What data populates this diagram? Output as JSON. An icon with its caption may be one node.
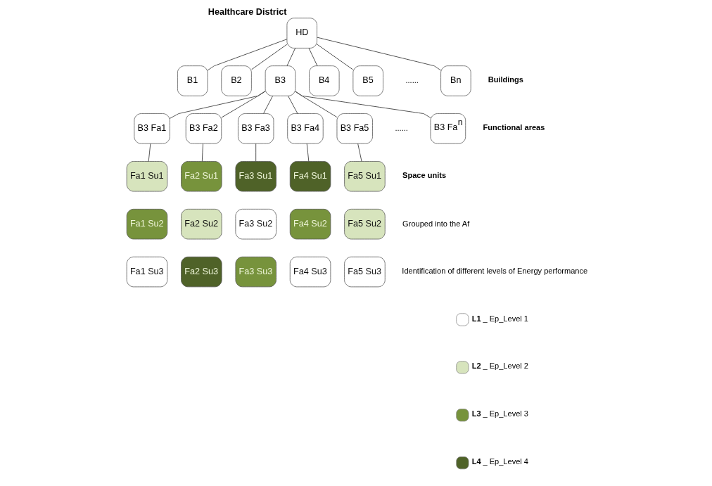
{
  "diagram": {
    "nodes": [
      {
        "text": [
          "HD"
        ],
        "beside": [
          "Healthcare District"
        ]
      },
      {
        "text": [
          "B1"
        ]
      },
      {
        "text": [
          "B2"
        ]
      },
      {
        "text": [
          "B3"
        ]
      },
      {
        "text": [
          "B4"
        ]
      },
      {
        "text": [
          "B5"
        ]
      },
      {
        "text": [
          "Bn"
        ]
      },
      {
        "text": [
          "B3 Fa1"
        ]
      },
      {
        "text": [
          "B3 Fa2"
        ]
      },
      {
        "text": [
          "B3 Fa3"
        ]
      },
      {
        "text": [
          "B3 Fa4"
        ]
      },
      {
        "text": [
          "B3 Fa5"
        ]
      },
      {
        "text": [
          "B3 Fa$^{n}$"
        ]
      },
      {
        "text": [
          "Fa1 Su1"
        ]
      },
      {
        "text": [
          "Fa2 Su1"
        ]
      },
      {
        "text": [
          "Fa3 Su1"
        ]
      },
      {
        "text": [
          "Fa4 Su1"
        ]
      },
      {
        "text": [
          "Fa5 Su1"
        ]
      },
      {
        "text": [
          "Fa1 Su2"
        ]
      },
      {
        "text": [
          "Fa2 Su2"
        ]
      },
      {
        "text": [
          "Fa3 Su2"
        ]
      },
      {
        "text": [
          "Fa4 Su2"
        ]
      },
      {
        "text": [
          "Fa5 Su2"
        ]
      },
      {
        "text": [
          "Fa1 Su3"
        ]
      },
      {
        "text": [
          "Fa2 Su3"
        ]
      },
      {
        "text": [
          "Fa3 Su3"
        ]
      },
      {
        "text": [
          "Fa4 Su3"
        ]
      },
      {
        "text": [
          "Fa5 Su3"
        ]
      }
    ],
    "edges": [
      {
        "from": 0,
        "to": 1,
        "arrow": "none"
      },
      {
        "from": 0,
        "to": 2,
        "arrow": "none"
      },
      {
        "from": 0,
        "to": 3,
        "arrow": "none"
      },
      {
        "from": 0,
        "to": 4,
        "arrow": "none"
      },
      {
        "from": 0,
        "to": 5,
        "arrow": "none"
      },
      {
        "from": 0,
        "to": 6,
        "arrow": "none"
      },
      {
        "from": 3,
        "to": 7,
        "arrow": "none"
      },
      {
        "from": 3,
        "to": 8,
        "arrow": "none"
      },
      {
        "from": 3,
        "to": 9,
        "arrow": "none"
      },
      {
        "from": 3,
        "to": 10,
        "arrow": "none"
      },
      {
        "from": 3,
        "to": 11,
        "arrow": "none"
      },
      {
        "from": 3,
        "to": 12,
        "arrow": "none"
      },
      {
        "from": 7,
        "to": 13,
        "arrow": "none"
      },
      {
        "from": 8,
        "to": 14,
        "arrow": "none"
      },
      {
        "from": 9,
        "to": 15,
        "arrow": "none"
      },
      {
        "from": 10,
        "to": 16,
        "arrow": "none"
      },
      {
        "from": 11,
        "to": 17,
        "arrow": "none"
      }
    ],
    "labels": [
      "Buildings",
      "......",
      "......",
      "Functional areas",
      "Space units",
      "Grouped into the Af",
      "Identification of different levels of Energy performance"
    ],
    "legend": [
      {
        "text": "**L1** _ Ep_Level 1",
        "color": "#ffffff"
      },
      {
        "text": "**L2** _ Ep_Level 2",
        "color": "#d7e4bd"
      },
      {
        "text": "**L3** _ Ep_Level 3",
        "color": "#77933c"
      },
      {
        "text": "**L4** _ Ep_Level 4",
        "color": "#4f6228"
      }
    ]
  }
}
